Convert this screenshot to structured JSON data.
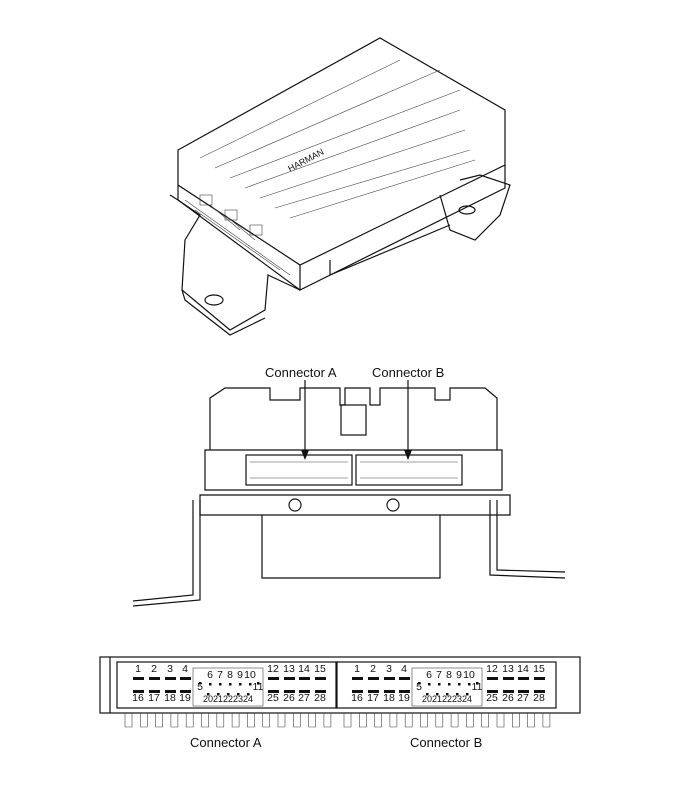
{
  "amplifier_view": {
    "logo_text": "HARMAN"
  },
  "front_view": {
    "connector_a_label": "Connector A",
    "connector_b_label": "Connector B"
  },
  "pinout": {
    "connector_a": {
      "label": "Connector A",
      "pins": [
        "1",
        "2",
        "3",
        "4",
        "5",
        "6",
        "7",
        "8",
        "9",
        "10",
        "11",
        "12",
        "13",
        "14",
        "15",
        "16",
        "17",
        "18",
        "19",
        "20",
        "21",
        "22",
        "23",
        "24",
        "25",
        "26",
        "27",
        "28"
      ]
    },
    "connector_b": {
      "label": "Connector B",
      "pins": [
        "1",
        "2",
        "3",
        "4",
        "5",
        "6",
        "7",
        "8",
        "9",
        "10",
        "11",
        "12",
        "13",
        "14",
        "15",
        "16",
        "17",
        "18",
        "19",
        "20",
        "21",
        "22",
        "23",
        "24",
        "25",
        "26",
        "27",
        "28"
      ]
    }
  }
}
